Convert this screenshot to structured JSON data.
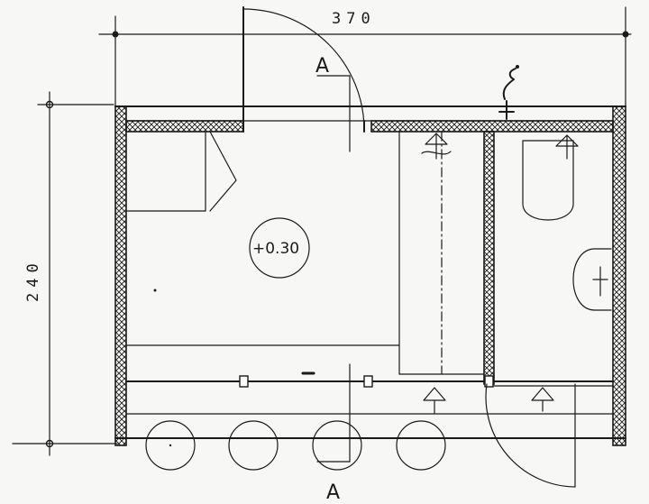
{
  "dimensions": {
    "width_label": "370",
    "height_label": "240"
  },
  "section_marks": {
    "top": "A",
    "bottom": "A"
  },
  "elevation_label": "+0.30"
}
